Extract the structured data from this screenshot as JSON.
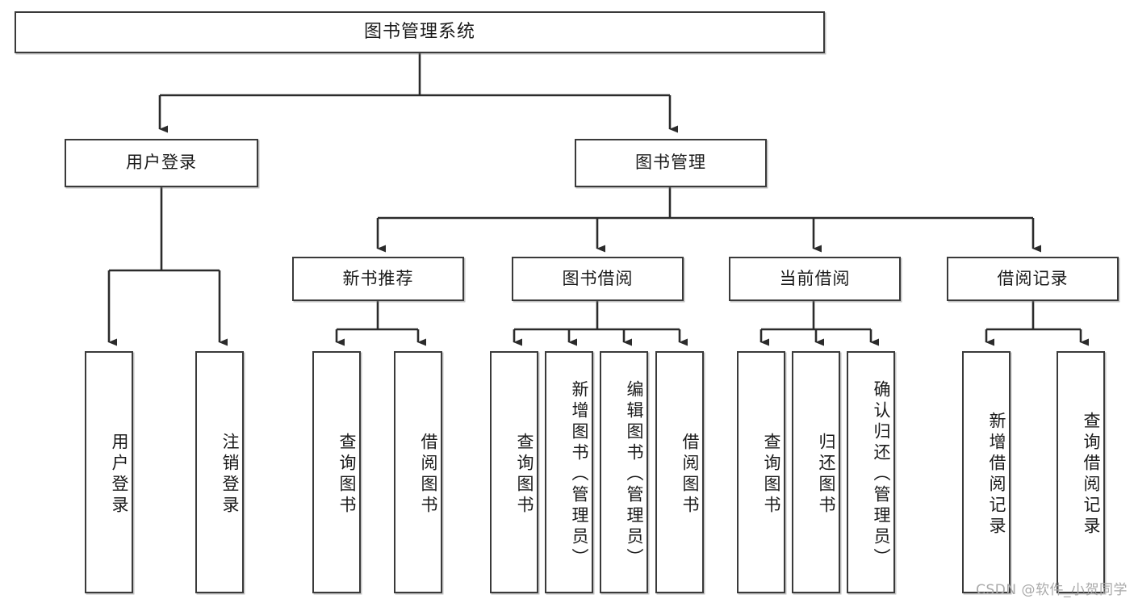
{
  "diagram": {
    "title": "图书管理系统",
    "root": {
      "label": "图书管理系统"
    },
    "level2": [
      {
        "label": "用户登录"
      },
      {
        "label": "图书管理"
      }
    ],
    "level3": [
      {
        "label": "新书推荐"
      },
      {
        "label": "图书借阅"
      },
      {
        "label": "当前借阅"
      },
      {
        "label": "借阅记录"
      }
    ],
    "leaves": [
      {
        "label": "用户登录",
        "parent": "用户登录"
      },
      {
        "label": "注销登录",
        "parent": "用户登录"
      },
      {
        "label": "查询图书",
        "parent": "新书推荐"
      },
      {
        "label": "借阅图书",
        "parent": "新书推荐"
      },
      {
        "label": "查询图书",
        "parent": "图书借阅"
      },
      {
        "label": "新增图书（管理员）",
        "parent": "图书借阅"
      },
      {
        "label": "编辑图书（管理员）",
        "parent": "图书借阅"
      },
      {
        "label": "借阅图书",
        "parent": "图书借阅"
      },
      {
        "label": "查询图书",
        "parent": "当前借阅"
      },
      {
        "label": "归还图书",
        "parent": "当前借阅"
      },
      {
        "label": "确认归还（管理员）",
        "parent": "当前借阅"
      },
      {
        "label": "新增借阅记录",
        "parent": "借阅记录"
      },
      {
        "label": "查询借阅记录",
        "parent": "借阅记录"
      }
    ],
    "watermark": "CSDN @软件_小贺同学",
    "colors": {
      "box_border": "#3a3a3a",
      "box_fill": "#ffffff",
      "connector": "#2b2b2b",
      "text": "#1a1a1a",
      "watermark": "#a9a9a9",
      "background": "#ffffff"
    }
  }
}
